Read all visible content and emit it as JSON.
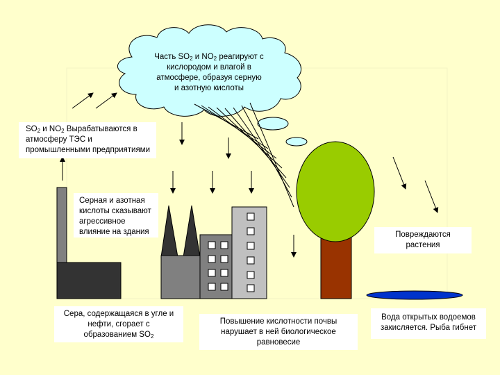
{
  "cloud": {
    "lines": [
      [
        "Часть SO",
        "2",
        " и NO",
        "2",
        " реагируют с"
      ],
      [
        "кислородом и влагой в"
      ],
      [
        "атмосфере, образуя серную"
      ],
      [
        "и азотную кислоты"
      ]
    ]
  },
  "emissions_label": {
    "lines": [
      [
        "SO",
        "2",
        " и NO",
        "2",
        " Вырабатываются в"
      ],
      [
        "атмосферу ТЭС и"
      ],
      [
        "промышленными предприятиями"
      ]
    ]
  },
  "buildings_label": {
    "lines": [
      [
        "Серная и азотная"
      ],
      [
        "кислоты сказывают"
      ],
      [
        "агрессивное"
      ],
      [
        "влияние на здания"
      ]
    ]
  },
  "plants_label": {
    "lines": [
      [
        "Повреждаются"
      ],
      [
        "растения"
      ]
    ]
  },
  "combustion_label": {
    "lines": [
      [
        "Сера, содержащаяся в угле и"
      ],
      [
        "нефти, сгорает с"
      ],
      [
        "образованием SO",
        "2"
      ]
    ]
  },
  "soil_label": {
    "lines": [
      [
        "Повышение кислотности почвы"
      ],
      [
        "нарушает в ней биологическое"
      ],
      [
        "равновесие"
      ]
    ]
  },
  "water_label": {
    "lines": [
      [
        "Вода открытых водоемов"
      ],
      [
        "закисляется. Рыба гибнет"
      ]
    ]
  },
  "colors": {
    "background": "#ffffcc",
    "cloud": "#ccffff",
    "tree_crown": "#99cc00",
    "tree_trunk": "#993300",
    "factory": "#333333",
    "building": "#808080",
    "building_tall": "#c0c0c0",
    "water": "#0033cc"
  }
}
